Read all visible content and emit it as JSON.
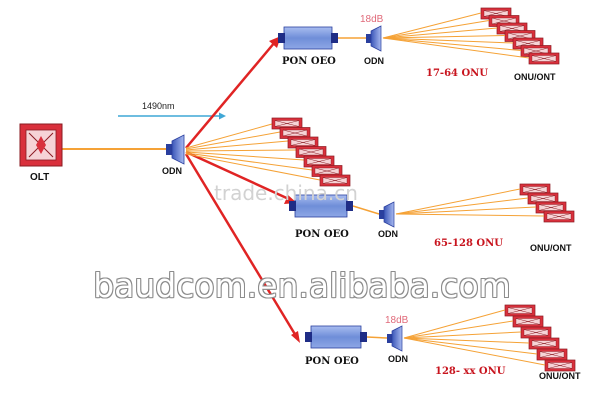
{
  "olt": {
    "label": "OLT"
  },
  "trunk": {
    "label": "1490nm"
  },
  "main_odn": {
    "label": "ODN"
  },
  "branches": [
    {
      "oeo_label": "PON OEO",
      "db_label": "18dB",
      "odn_label": "ODN",
      "range_label": "17-64 ONU",
      "onu_label": "ONU/ONT"
    },
    {
      "oeo_label": "PON OEO",
      "db_label": "",
      "odn_label": "ODN",
      "range_label": "65-128 ONU",
      "onu_label": "ONU/ONT"
    },
    {
      "oeo_label": "PON OEO",
      "db_label": "18dB",
      "odn_label": "ODN",
      "range_label": "128- xx ONU",
      "onu_label": "ONU/ONT"
    }
  ],
  "watermarks": {
    "baudcom": "baudcom.en.alibaba.com",
    "trade": "trade.china.cn"
  },
  "colors": {
    "device_red": "#d9303c",
    "device_light": "#f6d3d6",
    "oeo_blue": "#6f8ed8",
    "oeo_port": "#1f2d86",
    "fiber_orange": "#f5a236",
    "splice_red": "#e02424",
    "trunk_cyan": "#3fa7d6",
    "label_red": "#c8141e",
    "db_pink": "#e06a7a"
  }
}
